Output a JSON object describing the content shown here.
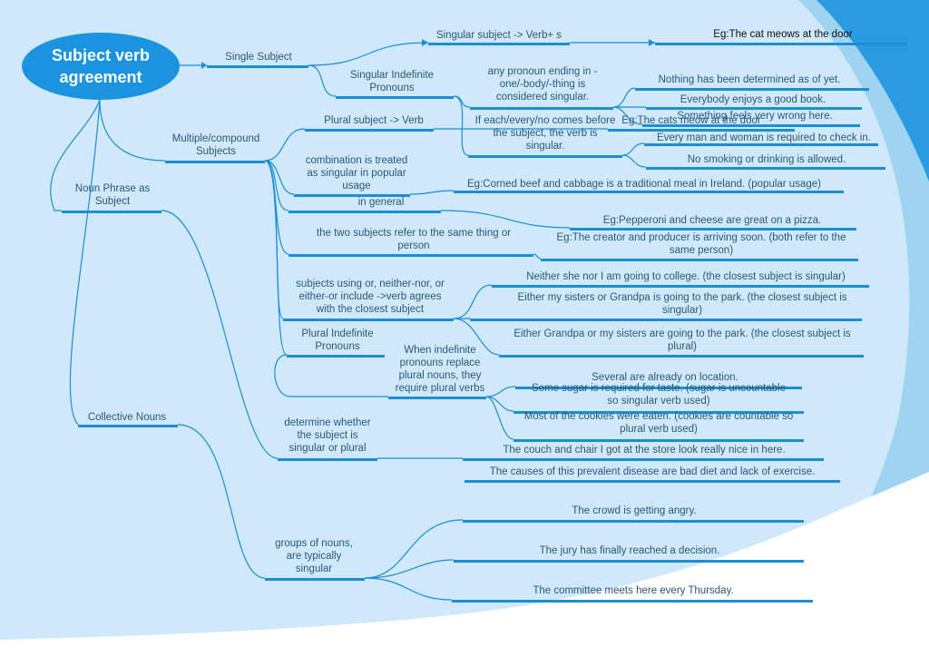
{
  "title": "Subject verb agreement",
  "colors": {
    "accent": "#1b93de",
    "line": "#1b8ed6",
    "text": "#2b5876",
    "bg_light": "#cfe9fa",
    "bg_wave": "#9fd3f2"
  },
  "nodes": {
    "single_subject": "Single Subject",
    "singular_rule": "Singular subject -> Verb+ s",
    "cat_meows": "Eg:The cat meows at the door",
    "sing_indef": "Singular Indefinite\nPronouns",
    "pronoun_ending": "any pronoun ending in -\none/-body/-thing is\nconsidered singular.",
    "nothing": "Nothing has been determined as of yet.",
    "everybody": "Everybody enjoys a good book.",
    "something": "Something feels very wrong here.",
    "each_every": "If each/every/no comes before\nthe subject, the verb is\nsingular.",
    "every_man": "Every man and woman is required to check in.",
    "no_smoking": "No smoking or drinking is allowed.",
    "multiple": "Multiple/compound\nSubjects",
    "plural_rule": "Plural subject -> Verb",
    "cats_meow": "Eg:The cats meow at the door",
    "combination": "combination is treated\nas singular  in popular\nusage",
    "in_general": "in general",
    "corned_beef": "Eg:Corned beef and cabbage is a traditional meal in Ireland. (popular usage)",
    "pepperoni": "Eg:Pepperoni and cheese are great on a pizza.",
    "two_subjects": "the two subjects refer to the same thing or\nperson",
    "creator": "Eg:The creator and producer is arriving soon. (both refer to the\nsame person)",
    "or_nor": "subjects using or, neither-nor, or\neither-or include ->verb agrees\nwith the closest subject",
    "neither": "Neither she nor I am going to college. (the closest subject is singular)",
    "either_sisters": "Either my sisters or Grandpa is going to the park. (the closest subject is\nsingular)",
    "either_grandpa": "Either Grandpa or my sisters are going to the park. (the closest subject is\nplural)",
    "plural_indef": "Plural Indefinite\nPronouns",
    "when_indef": "When indefinite\npronouns replace\nplural nouns, they\nrequire plural verbs",
    "several": "Several are already on location.",
    "some_sugar": "Some sugar is required for taste. (sugar is uncountable\nso singular verb used)",
    "most_cookies": "Most of the cookies were eaten. (cookies are countable so\nplural verb used)",
    "noun_phrase": "Noun Phrase as\nSubject",
    "determine": "determine whether\nthe subject is\nsingular or plural",
    "couch": "The couch and chair I got at the store look really nice in here.",
    "causes": "The causes of this prevalent disease are bad diet and lack of exercise.",
    "collective": "Collective Nouns",
    "groups": "groups of nouns,\nare typically\nsingular",
    "crowd": "The crowd is getting angry.",
    "jury": "The jury has finally reached a decision.",
    "committee": "The committee meets here every Thursday."
  }
}
